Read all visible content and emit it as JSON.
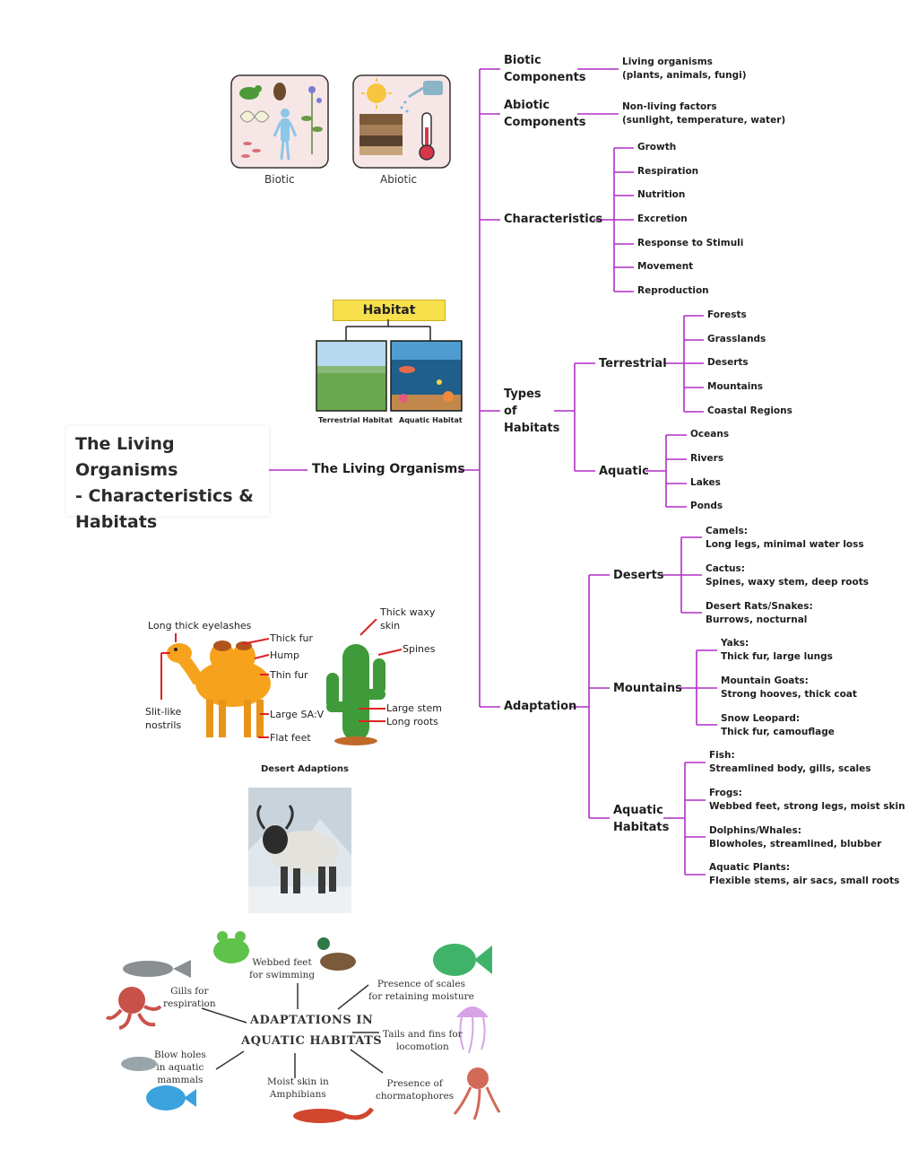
{
  "title": "The Living Organisms\n- Characteristics &\nHabitats",
  "root": "The Living Organisms",
  "branches": {
    "biotic": {
      "label": "Biotic\nComponents",
      "detail": "Living organisms\n(plants, animals, fungi)"
    },
    "abiotic": {
      "label": "Abiotic\nComponents",
      "detail": "Non-living factors\n(sunlight, temperature, water)"
    },
    "characteristics": {
      "label": "Characteristics",
      "items": [
        "Growth",
        "Respiration",
        "Nutrition",
        "Excretion",
        "Response to Stimuli",
        "Movement",
        "Reproduction"
      ]
    },
    "habitats": {
      "label": "Types\nof\nHabitats",
      "terrestrial": {
        "label": "Terrestrial",
        "items": [
          "Forests",
          "Grasslands",
          "Deserts",
          "Mountains",
          "Coastal Regions"
        ]
      },
      "aquatic": {
        "label": "Aquatic",
        "items": [
          "Oceans",
          "Rivers",
          "Lakes",
          "Ponds"
        ]
      }
    },
    "adaptation": {
      "label": "Adaptation",
      "deserts": {
        "label": "Deserts",
        "items": [
          "Camels:\n Long legs, minimal water loss",
          "Cactus:\nSpines, waxy stem, deep roots",
          "Desert Rats/Snakes:\nBurrows, nocturnal"
        ]
      },
      "mountains": {
        "label": "Mountains",
        "items": [
          "Yaks:\nThick fur, large lungs",
          "Mountain Goats:\nStrong hooves, thick coat",
          "Snow Leopard:\nThick fur, camouflage"
        ]
      },
      "aquatic": {
        "label": "Aquatic\nHabitats",
        "items": [
          "Fish:\nStreamlined body, gills, scales",
          "Frogs:\nWebbed feet, strong legs, moist skin",
          "Dolphins/Whales:\nBlowholes, streamlined, blubber",
          "Aquatic Plants:\nFlexible stems, air sacs, small roots"
        ]
      }
    }
  },
  "images": {
    "biotic_caption": "Biotic",
    "abiotic_caption": "Abiotic",
    "habitat_title": "Habitat",
    "terrestrial_caption": "Terrestrial Habitat",
    "aquatic_caption": "Aquatic Habitat",
    "camel_labels": [
      "Long thick eyelashes",
      "Thick fur",
      "Hump",
      "Thin fur",
      "Slit-like\nnostrils",
      "Large SA:V",
      "Flat feet"
    ],
    "cactus_labels": [
      "Thick waxy\nskin",
      "Spines",
      "Large stem",
      "Long roots"
    ],
    "desert_caption": "Desert Adaptions",
    "aquatic_title": "ADAPTATIONS IN\nAQUATIC HABITATS",
    "aquatic_labels": [
      "Webbed feet\nfor swimming",
      "Gills for\nrespiration",
      "Presence of scales\nfor retaining moisture",
      "Tails and fins for\nlocomotion",
      "Blow holes\nin aquatic\nmammals",
      "Moist skin in\nAmphibians",
      "Presence of\nchormatophores"
    ]
  },
  "colors": {
    "connector": "#b02ec6",
    "habitat_banner": "#f7e04b",
    "arrow": "#d22"
  }
}
